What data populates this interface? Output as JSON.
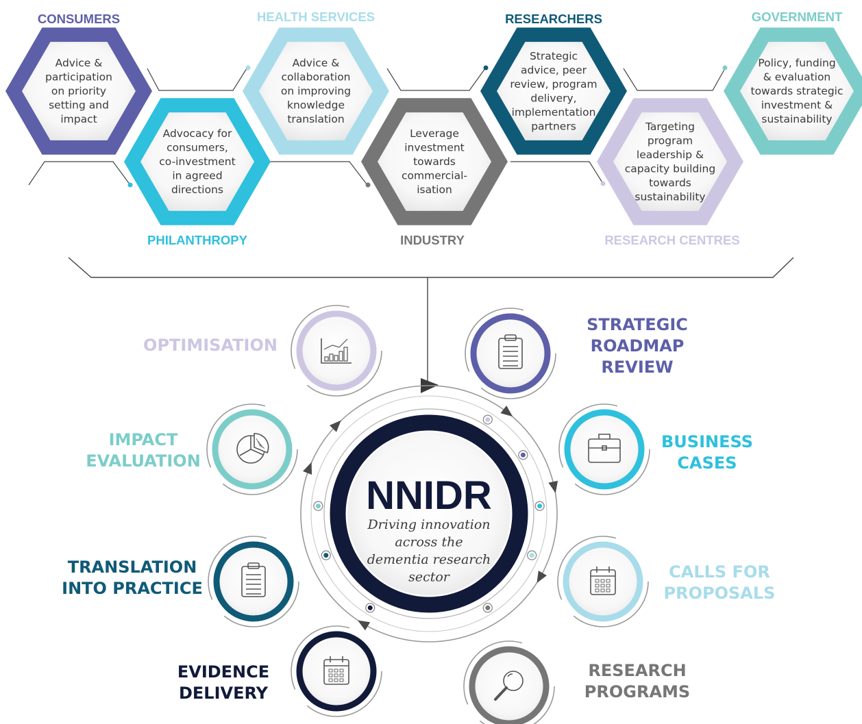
{
  "colors": {
    "consumers": "#5d5fa9",
    "philanthropy": "#2ec0dd",
    "health_services": "#a8dcea",
    "industry": "#767677",
    "researchers": "#0f5a77",
    "research_centres": "#cdc6e3",
    "government": "#7ccdc9",
    "navy": "#121a3a"
  },
  "stakeholders": [
    {
      "key": "consumers",
      "label": "CONSUMERS",
      "lines": [
        "Advice &",
        "participation",
        "on priority",
        "setting and",
        "impact"
      ]
    },
    {
      "key": "philanthropy",
      "label": "PHILANTHROPY",
      "lines": [
        "Advocacy for",
        "consumers,",
        "co-investment",
        "in agreed",
        "directions"
      ]
    },
    {
      "key": "health_services",
      "label": "HEALTH SERVICES",
      "lines": [
        "Advice &",
        "collaboration",
        "on improving",
        "knowledge",
        "translation"
      ]
    },
    {
      "key": "industry",
      "label": "INDUSTRY",
      "lines": [
        "Leverage",
        "investment",
        "towards",
        "commercial-",
        "isation"
      ]
    },
    {
      "key": "researchers",
      "label": "RESEARCHERS",
      "lines": [
        "Strategic",
        "advice, peer",
        "review, program",
        "delivery,",
        "implementation",
        "partners"
      ]
    },
    {
      "key": "research_centres",
      "label": "RESEARCH CENTRES",
      "lines": [
        "Targeting",
        "program",
        "leadership &",
        "capacity building",
        "towards",
        "sustainability"
      ]
    },
    {
      "key": "government",
      "label": "GOVERNMENT",
      "lines": [
        "Policy, funding",
        "& evaluation",
        "towards strategic",
        "investment &",
        "sustainability"
      ]
    }
  ],
  "center": {
    "title": "NNIDR",
    "subtitle_lines": [
      "Driving innovation",
      "across the",
      "dementia research",
      "sector"
    ]
  },
  "stages": [
    {
      "key": "roadmap",
      "lines": [
        "STRATEGIC",
        "ROADMAP",
        "REVIEW"
      ],
      "color": "#5d5fa9",
      "icon": "clipboard-icon"
    },
    {
      "key": "business",
      "lines": [
        "BUSINESS",
        "CASES"
      ],
      "color": "#2ec0dd",
      "icon": "briefcase-icon"
    },
    {
      "key": "calls",
      "lines": [
        "CALLS FOR",
        "PROPOSALS"
      ],
      "color": "#a8dcea",
      "icon": "calendar-icon"
    },
    {
      "key": "programs",
      "lines": [
        "RESEARCH",
        "PROGRAMS"
      ],
      "color": "#767677",
      "icon": "magnifier-icon"
    },
    {
      "key": "evidence",
      "lines": [
        "EVIDENCE",
        "DELIVERY"
      ],
      "color": "#121a3a",
      "icon": "calendar-icon"
    },
    {
      "key": "translation",
      "lines": [
        "TRANSLATION",
        "INTO PRACTICE"
      ],
      "color": "#0f5a77",
      "icon": "clipboard-icon"
    },
    {
      "key": "impact",
      "lines": [
        "IMPACT",
        "EVALUATION"
      ],
      "color": "#7ccdc9",
      "icon": "pie-chart-icon"
    },
    {
      "key": "optimisation",
      "lines": [
        "OPTIMISATION"
      ],
      "color": "#cdc6e3",
      "icon": "bar-chart-icon"
    }
  ]
}
